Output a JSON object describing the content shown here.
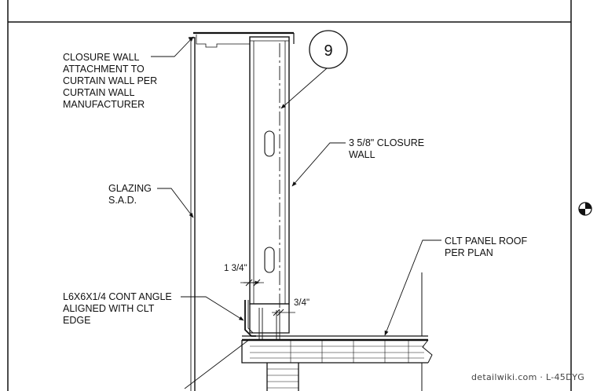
{
  "labels": {
    "closure_wall_attachment": [
      "CLOSURE WALL",
      "ATTACHMENT TO",
      "CURTAIN WALL PER",
      "CURTAIN WALL",
      "MANUFACTURER"
    ],
    "closure_wall": [
      "3 5/8\" CLOSURE",
      "WALL"
    ],
    "glazing": [
      "GLAZING",
      "S.A.D."
    ],
    "clt_roof": [
      "CLT PANEL ROOF",
      "PER PLAN"
    ],
    "angle": [
      "L6X6X1/4 CONT ANGLE",
      "ALIGNED WITH CLT",
      "EDGE"
    ]
  },
  "dimensions": {
    "d1": "1 3/4\"",
    "d2": "3/4\""
  },
  "detail_bubble": "9",
  "watermark": "detailwiki.com · L-45DYG"
}
